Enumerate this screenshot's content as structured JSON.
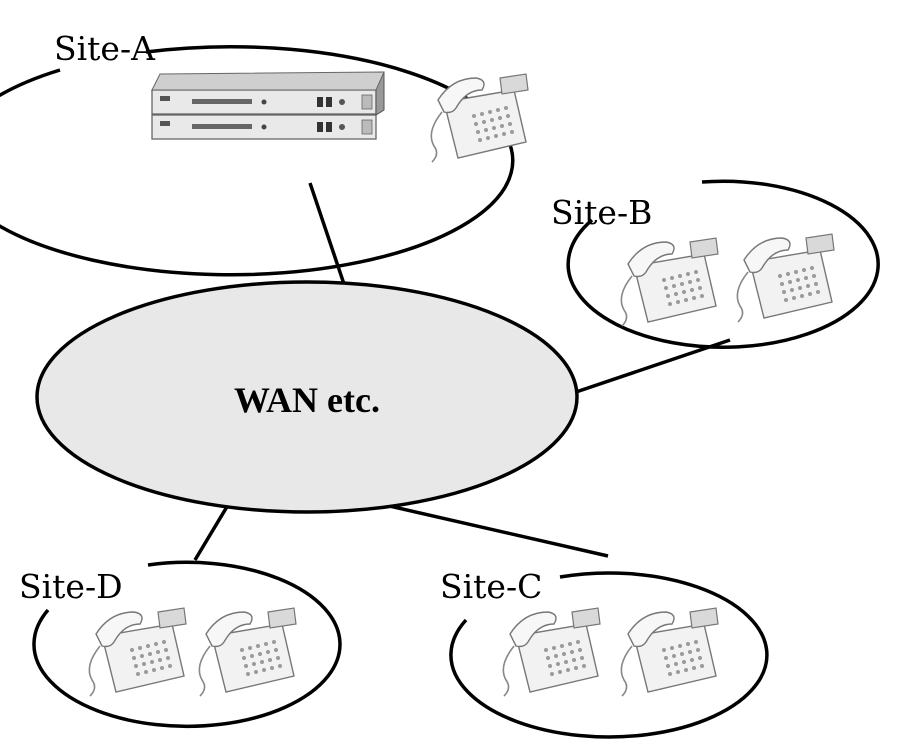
{
  "wan": {
    "label": "WAN etc.",
    "fill": "#e8e8e8"
  },
  "sites": {
    "a": {
      "label": "Site-A"
    },
    "b": {
      "label": "Site-B"
    },
    "c": {
      "label": "Site-C"
    },
    "d": {
      "label": "Site-D"
    }
  },
  "icons": {
    "phone": "desk-phone-icon",
    "server": "server-unit-icon"
  }
}
